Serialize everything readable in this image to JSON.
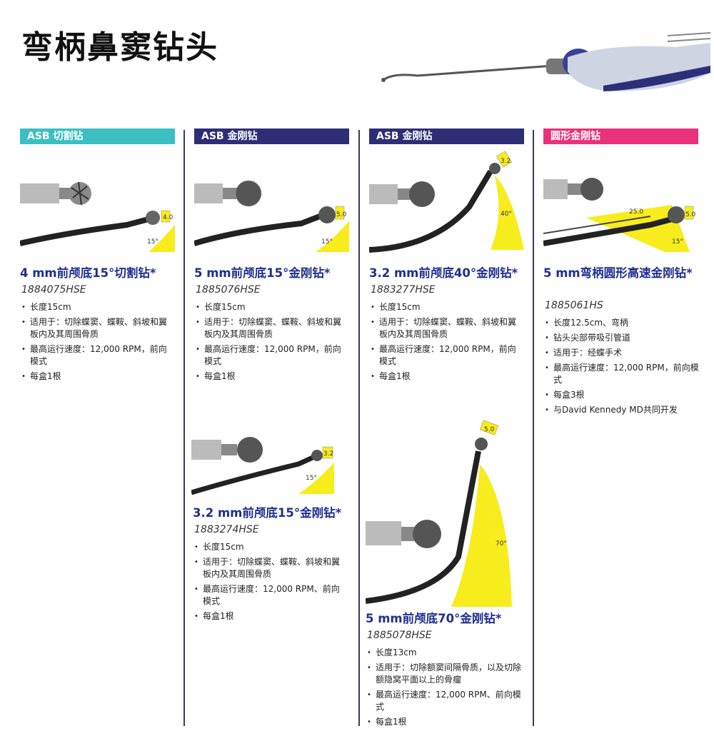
{
  "page": {
    "title": "弯柄鼻窦钻头"
  },
  "colors": {
    "teal": "#3bbfc2",
    "navy": "#2e2e76",
    "pink": "#e8327a",
    "yellow": "#f7ec1c",
    "name_blue": "#1f2f8e"
  },
  "categories": [
    {
      "label": "ASB 切割钻"
    },
    {
      "label": "ASB 金刚钻"
    },
    {
      "label": "ASB 金刚钻"
    },
    {
      "label": "圆形金刚钻"
    }
  ],
  "products": [
    {
      "name": "4 mm前颅底15°切割钻*",
      "code": "1884075HSE",
      "tip_size": "4.0",
      "angle_label": "15°",
      "bullets": [
        "长度15cm",
        "适用于：切除蝶窦、蝶鞍、斜坡和翼板内及其周围骨质",
        "最高运行速度：12,000 RPM，前向模式",
        "每盒1根"
      ]
    },
    {
      "name": "5 mm前颅底15°金刚钻*",
      "code": "1885076HSE",
      "tip_size": "5.0",
      "angle_label": "15°",
      "bullets": [
        "长度15cm",
        "适用于：切除蝶窦、蝶鞍、斜坡和翼板内及其周围骨质",
        "最高运行速度：12,000 RPM，前向模式",
        "每盒1根"
      ]
    },
    {
      "name": "3.2 mm前颅底15°金刚钻*",
      "code": "1883274HSE",
      "tip_size": "3.2",
      "angle_label": "15°",
      "bullets": [
        "长度15cm",
        "适用于：切除蝶窦、蝶鞍、斜坡和翼板内及其周围骨质",
        "最高运行速度：12,000 RPM、前向模式",
        "每盒1根"
      ]
    },
    {
      "name": "3.2 mm前颅底40°金刚钻*",
      "code": "1883277HSE",
      "tip_size": "3.2",
      "angle_label": "40°",
      "bullets": [
        "长度15cm",
        "适用于：切除蝶窦、蝶鞍、斜坡和翼板内及其周围骨质",
        "最高运行速度：12,000 RPM，前向模式",
        "每盒1根"
      ]
    },
    {
      "name": "5 mm前颅底70°金刚钻*",
      "code": "1885078HSE",
      "tip_size": "5.0",
      "angle_label": "70°",
      "bullets": [
        "长度13cm",
        "适用于：切除额窦间隔骨质，以及切除额隐窝平面以上的骨瘤",
        "最高运行速度：12,000 RPM、前向模式",
        "每盒1根"
      ]
    },
    {
      "name": "5 mm弯柄圆形高速金刚钻*",
      "code": "1885061HS",
      "tip_size": "5.0",
      "length_label": "25.0",
      "angle_label": "15°",
      "bullets": [
        "长度12.5cm、弯柄",
        "钻头尖部带吸引管道",
        "适用于：经蝶手术",
        "最高运行速度：12,000 RPM，前向模式",
        "每盒3根",
        "与David Kennedy MD共同开发"
      ]
    }
  ]
}
